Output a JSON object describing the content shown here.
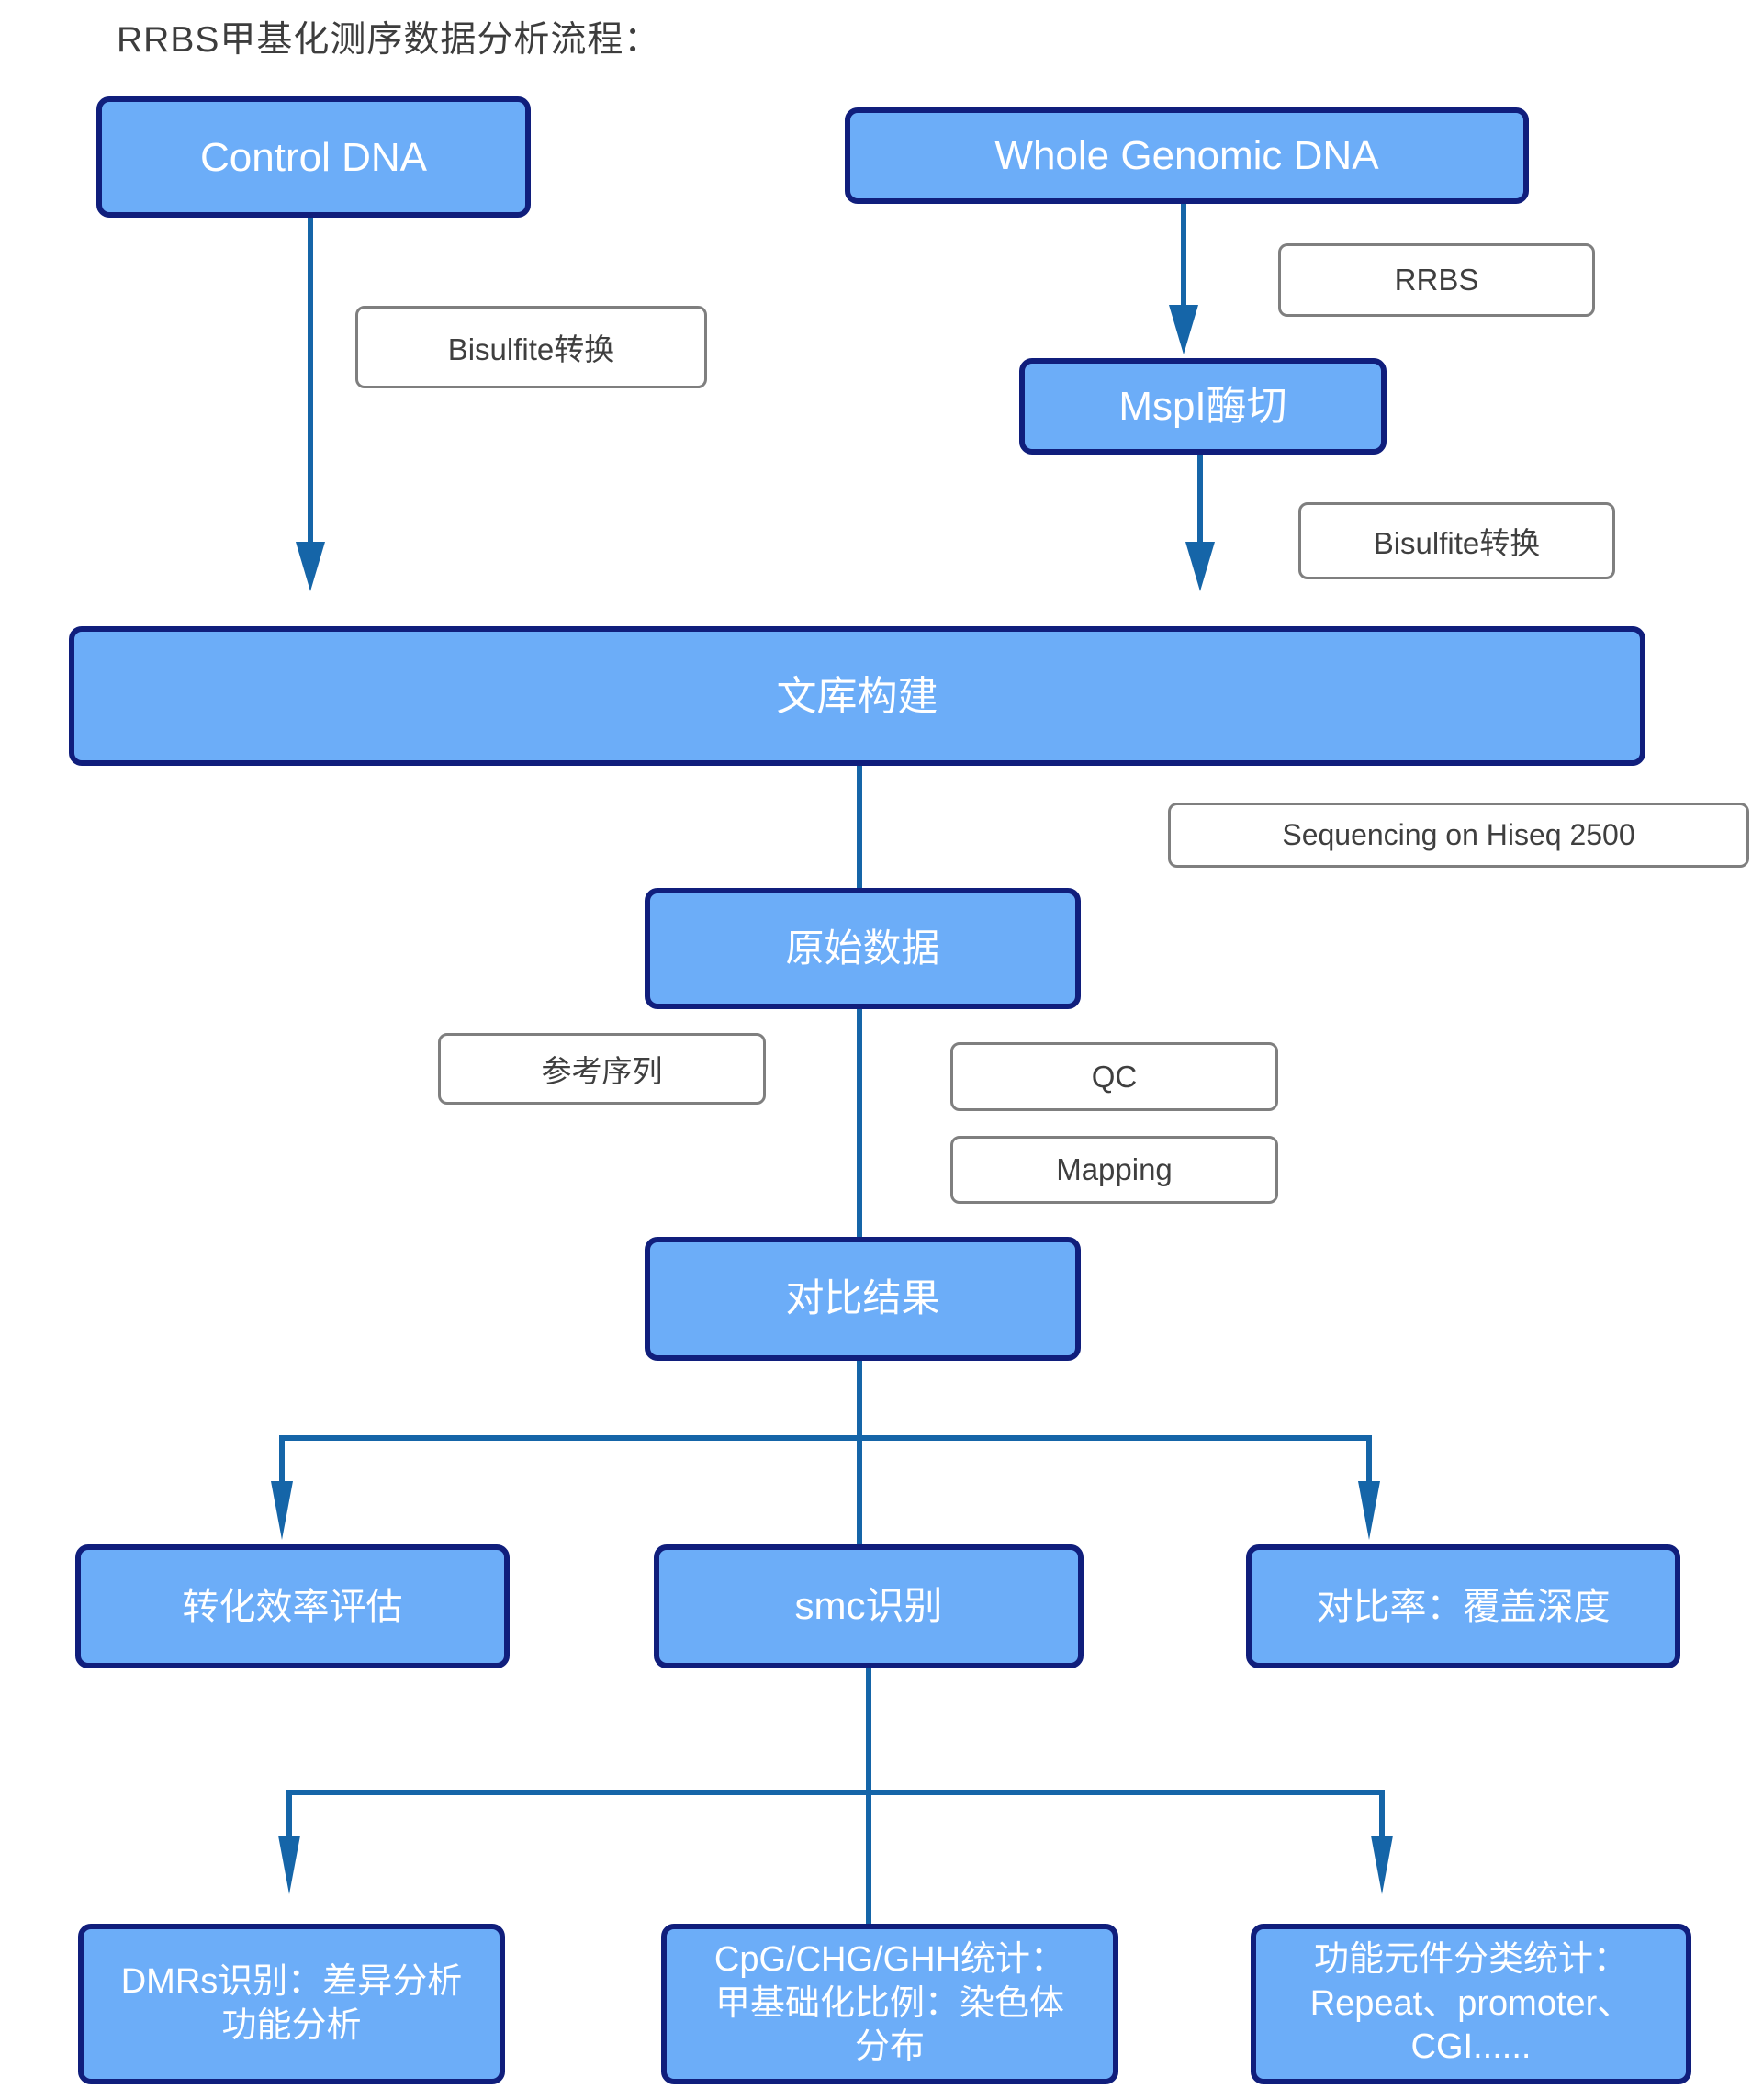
{
  "title": "RRBS甲基化测序数据分析流程：",
  "nodes": {
    "control_dna": {
      "label": "Control DNA"
    },
    "whole_genomic_dna": {
      "label": "Whole Genomic DNA"
    },
    "mspi_digest": {
      "label": "MspI酶切"
    },
    "library_construction": {
      "label": "文库构建"
    },
    "raw_data": {
      "label": "原始数据"
    },
    "alignment_result": {
      "label": "对比结果"
    },
    "conversion_efficiency": {
      "label": "转化效率评估"
    },
    "smc_identification": {
      "label": "smc识别"
    },
    "mapping_rate_depth": {
      "label": "对比率：覆盖深度"
    },
    "dmrs": {
      "lines": [
        "DMRs识别：差异分析",
        "功能分析"
      ]
    },
    "cpg_stats": {
      "lines": [
        "CpG/CHG/GHH统计：",
        "甲基础化比例：染色体",
        "分布"
      ]
    },
    "functional_elements": {
      "lines": [
        "功能元件分类统计：",
        "Repeat、promoter、",
        "CGI......"
      ]
    }
  },
  "step_labels": {
    "bisulfite_left": "Bisulfite转换",
    "rrbs": "RRBS",
    "bisulfite_right": "Bisulfite转换",
    "sequencing": "Sequencing on Hiseq 2500",
    "reference_seq": "参考序列",
    "qc": "QC",
    "mapping": "Mapping"
  },
  "colors": {
    "node_fill": "#6CADF8",
    "node_border": "#101E7C",
    "node_text": "#FFFFFF",
    "connector": "#1565A8",
    "label_border": "#7F7F7F",
    "label_text": "#3F3F3F",
    "title_text": "#3D3D3D"
  }
}
